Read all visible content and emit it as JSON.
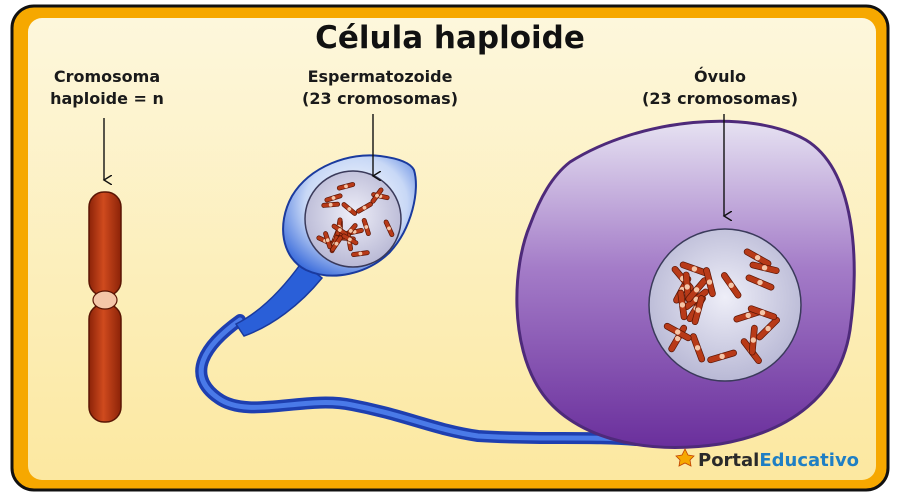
{
  "title": "Célula haploide",
  "labels": {
    "chromosome_line1": "Cromosoma",
    "chromosome_line2": "haploide = n",
    "sperm_line1": "Espermatozoide",
    "sperm_line2": "(23 cromosomas)",
    "ovum_line1": "Óvulo",
    "ovum_line2": "(23 cromosomas)"
  },
  "logo": {
    "part1": "Portal",
    "part2": "Educativo"
  },
  "colors": {
    "background_top": "#fdf6d6",
    "background_bottom": "#fce9a0",
    "frame_orange": "#f6a800",
    "chromosome": "#b83a18",
    "sperm_blue": "#2a5fd8",
    "ovum_purple": "#7a3ea8",
    "nucleus": "#c7c7de"
  },
  "icons": {
    "logo_mark": "portal-educativo-logo-icon"
  }
}
